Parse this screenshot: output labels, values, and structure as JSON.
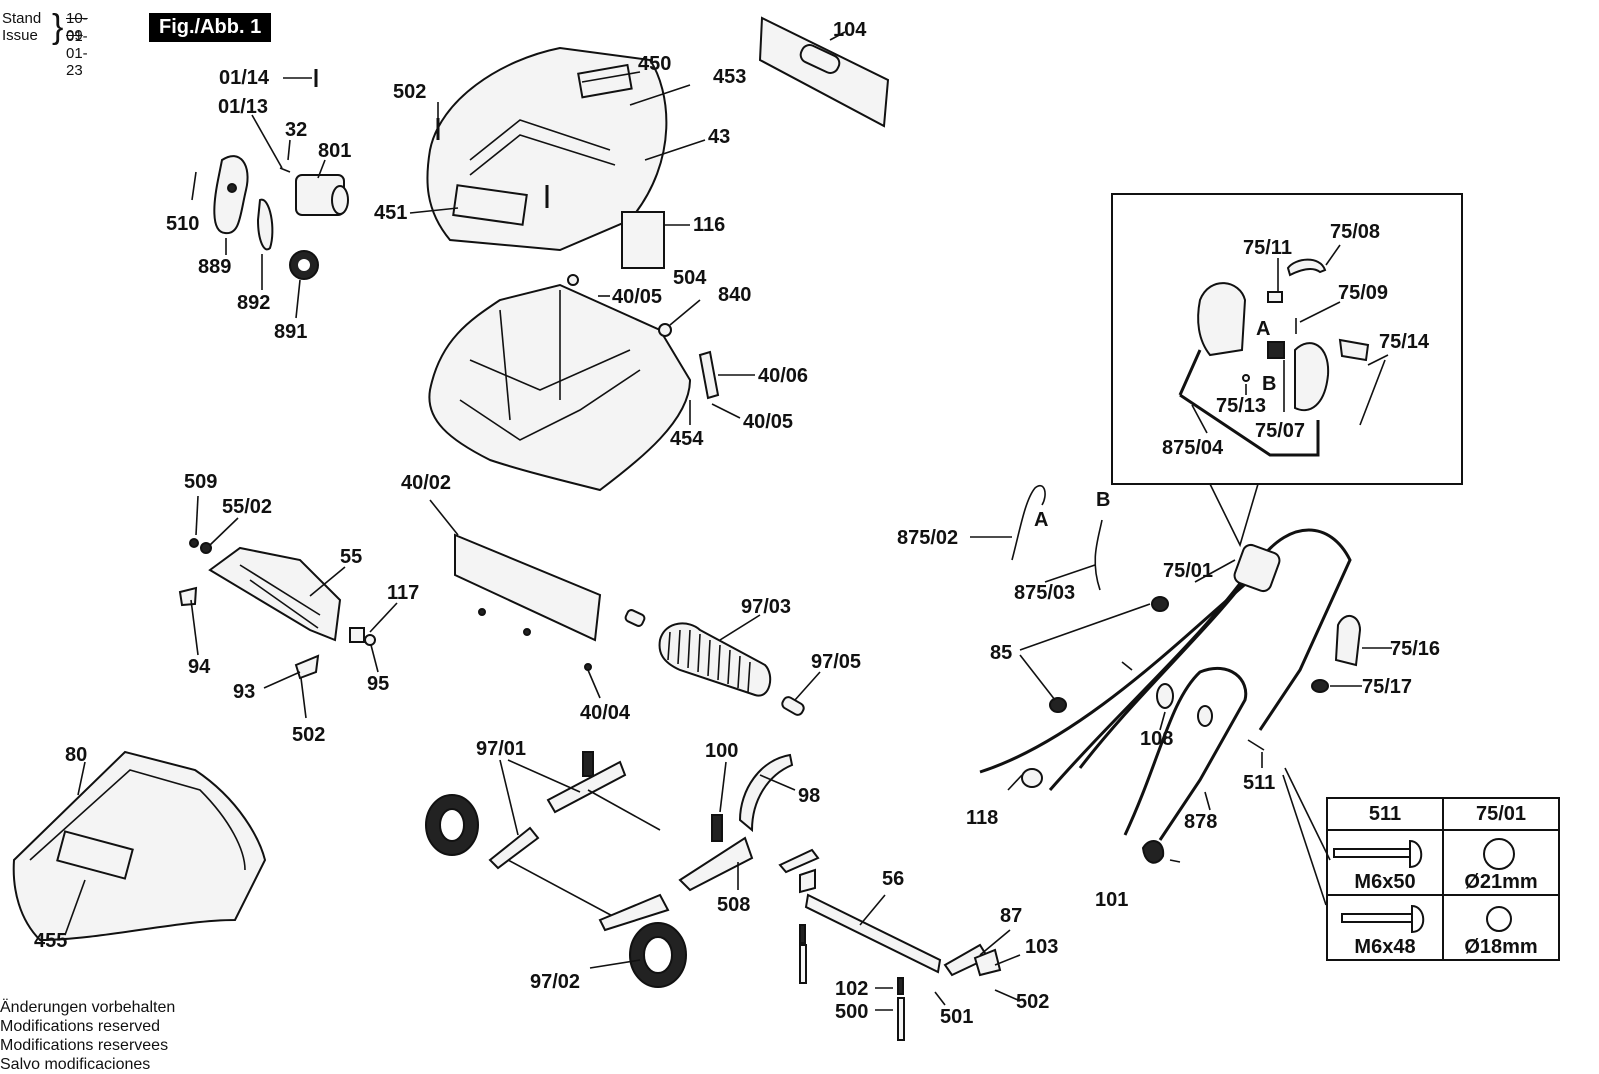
{
  "header": {
    "stand_label": "Stand",
    "issue_label": "Issue",
    "old_date": "10-09",
    "new_date": "01-01-23",
    "figure": "Fig./Abb. 1"
  },
  "callouts": [
    {
      "id": "c-01-14",
      "text": "01/14"
    },
    {
      "id": "c-01-13",
      "text": "01/13"
    },
    {
      "id": "c-32",
      "text": "32"
    },
    {
      "id": "c-801",
      "text": "801"
    },
    {
      "id": "c-510",
      "text": "510"
    },
    {
      "id": "c-889",
      "text": "889"
    },
    {
      "id": "c-892",
      "text": "892"
    },
    {
      "id": "c-891",
      "text": "891"
    },
    {
      "id": "c-502a",
      "text": "502"
    },
    {
      "id": "c-450",
      "text": "450"
    },
    {
      "id": "c-453",
      "text": "453"
    },
    {
      "id": "c-43",
      "text": "43"
    },
    {
      "id": "c-451",
      "text": "451"
    },
    {
      "id": "c-104",
      "text": "104"
    },
    {
      "id": "c-116",
      "text": "116"
    },
    {
      "id": "c-40-05a",
      "text": "40/05"
    },
    {
      "id": "c-504",
      "text": "504"
    },
    {
      "id": "c-840",
      "text": "840"
    },
    {
      "id": "c-40-06",
      "text": "40/06"
    },
    {
      "id": "c-40-05b",
      "text": "40/05"
    },
    {
      "id": "c-454",
      "text": "454"
    },
    {
      "id": "c-509",
      "text": "509"
    },
    {
      "id": "c-55-02",
      "text": "55/02"
    },
    {
      "id": "c-55",
      "text": "55"
    },
    {
      "id": "c-117",
      "text": "117"
    },
    {
      "id": "c-94",
      "text": "94"
    },
    {
      "id": "c-95",
      "text": "95"
    },
    {
      "id": "c-93",
      "text": "93"
    },
    {
      "id": "c-502b",
      "text": "502"
    },
    {
      "id": "c-40-02",
      "text": "40/02"
    },
    {
      "id": "c-97-03",
      "text": "97/03"
    },
    {
      "id": "c-97-05",
      "text": "97/05"
    },
    {
      "id": "c-40-04",
      "text": "40/04"
    },
    {
      "id": "c-80",
      "text": "80"
    },
    {
      "id": "c-455",
      "text": "455"
    },
    {
      "id": "c-97-01",
      "text": "97/01"
    },
    {
      "id": "c-100",
      "text": "100"
    },
    {
      "id": "c-98",
      "text": "98"
    },
    {
      "id": "c-508",
      "text": "508"
    },
    {
      "id": "c-97-02",
      "text": "97/02"
    },
    {
      "id": "c-56",
      "text": "56"
    },
    {
      "id": "c-87",
      "text": "87"
    },
    {
      "id": "c-103",
      "text": "103"
    },
    {
      "id": "c-102",
      "text": "102"
    },
    {
      "id": "c-500",
      "text": "500"
    },
    {
      "id": "c-501",
      "text": "501"
    },
    {
      "id": "c-502c",
      "text": "502"
    },
    {
      "id": "c-75-11",
      "text": "75/11"
    },
    {
      "id": "c-75-08",
      "text": "75/08"
    },
    {
      "id": "c-75-09",
      "text": "75/09"
    },
    {
      "id": "c-A1",
      "text": "A"
    },
    {
      "id": "c-B1",
      "text": "B"
    },
    {
      "id": "c-75-14",
      "text": "75/14"
    },
    {
      "id": "c-75-13",
      "text": "75/13"
    },
    {
      "id": "c-75-07",
      "text": "75/07"
    },
    {
      "id": "c-875-04",
      "text": "875/04"
    },
    {
      "id": "c-875-02",
      "text": "875/02"
    },
    {
      "id": "c-A2",
      "text": "A"
    },
    {
      "id": "c-B2",
      "text": "B"
    },
    {
      "id": "c-875-03",
      "text": "875/03"
    },
    {
      "id": "c-75-01",
      "text": "75/01"
    },
    {
      "id": "c-85",
      "text": "85"
    },
    {
      "id": "c-75-16",
      "text": "75/16"
    },
    {
      "id": "c-75-17",
      "text": "75/17"
    },
    {
      "id": "c-108",
      "text": "108"
    },
    {
      "id": "c-118",
      "text": "118"
    },
    {
      "id": "c-878",
      "text": "878"
    },
    {
      "id": "c-511",
      "text": "511"
    },
    {
      "id": "c-101",
      "text": "101"
    }
  ],
  "legend_table": {
    "headers": [
      "511",
      "75/01"
    ],
    "rows": [
      [
        "M6x50",
        "Ø21mm"
      ],
      [
        "M6x48",
        "Ø18mm"
      ]
    ]
  },
  "notes": [
    "Änderungen vorbehalten",
    "Modifications reserved",
    "Modifications reservees",
    "Salvo modificaciones"
  ]
}
